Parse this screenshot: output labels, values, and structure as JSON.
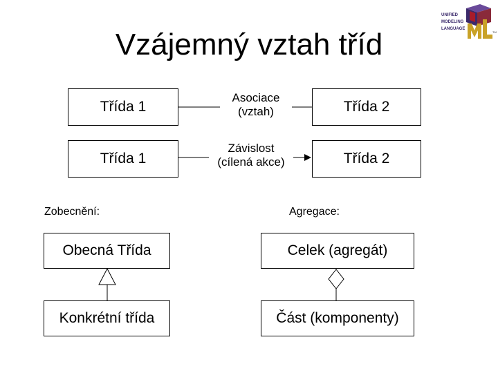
{
  "title": "Vzájemný vztah tříd",
  "logo": {
    "lines": [
      "UNIFIED",
      "MODELING",
      "LANGUAGE"
    ],
    "mark": "UML",
    "tm": "TM",
    "colors": [
      "#3b2a6b",
      "#c9a227",
      "#a81c2a"
    ]
  },
  "row1": {
    "left": "Třída 1",
    "relation": [
      "Asociace",
      "(vztah)"
    ],
    "right": "Třída 2"
  },
  "row2": {
    "left": "Třída 1",
    "relation": [
      "Závislost",
      "(cílená akce)"
    ],
    "right": "Třída 2"
  },
  "generalization": {
    "label": "Zobecnění:",
    "parent": "Obecná Třída",
    "child": "Konkrétní třída"
  },
  "aggregation": {
    "label": "Agregace:",
    "whole": "Celek (agregát)",
    "part": "Část (komponenty)"
  }
}
